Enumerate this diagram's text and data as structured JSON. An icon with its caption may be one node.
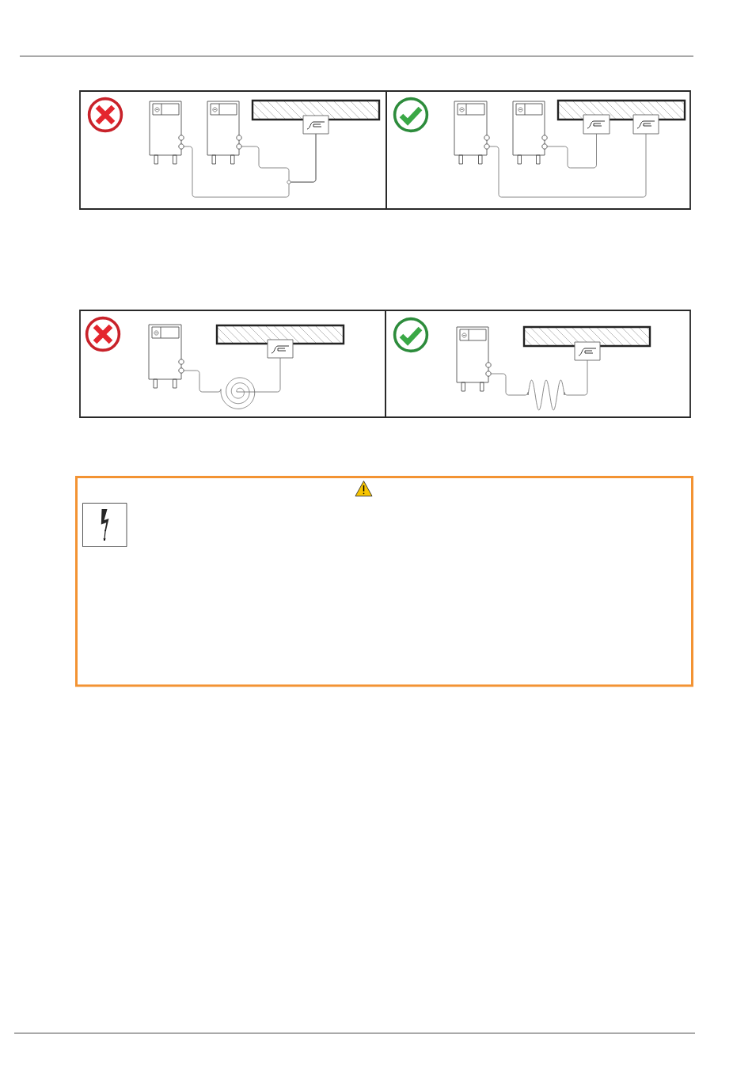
{
  "diagram": {
    "nodes": [
      {
        "text": [],
        "shape": "box"
      },
      {
        "text": [],
        "shape": "picture",
        "in": 0
      },
      {
        "text": [],
        "shape": "picture",
        "in": 0
      },
      {
        "text": [],
        "shape": "bar",
        "in": 0
      },
      {
        "text": [],
        "shape": "box",
        "in": 0
      },
      {
        "text": [],
        "shape": "box"
      },
      {
        "text": [],
        "shape": "picture",
        "in": 5
      },
      {
        "text": [],
        "shape": "picture",
        "in": 5
      },
      {
        "text": [],
        "shape": "bar",
        "in": 5
      },
      {
        "text": [],
        "shape": "box",
        "in": 5
      },
      {
        "text": [],
        "shape": "box",
        "in": 5
      },
      {
        "text": [],
        "shape": "box"
      },
      {
        "text": [],
        "shape": "picture",
        "in": 11
      },
      {
        "text": [],
        "shape": "bar",
        "in": 11
      },
      {
        "text": [],
        "shape": "box",
        "in": 11
      },
      {
        "text": [],
        "shape": "box"
      },
      {
        "text": [],
        "shape": "picture",
        "in": 15
      },
      {
        "text": [],
        "shape": "bar",
        "in": 15
      },
      {
        "text": [],
        "shape": "box",
        "in": 15
      }
    ],
    "edges": [
      {
        "from": 1,
        "to": 4,
        "arrow": "none"
      },
      {
        "from": 2,
        "to": 4,
        "arrow": "none"
      },
      {
        "from": 6,
        "to": 10,
        "arrow": "none"
      },
      {
        "from": 7,
        "to": 9,
        "arrow": "none"
      },
      {
        "from": 12,
        "to": 14,
        "arrow": "none"
      },
      {
        "from": 16,
        "to": 18,
        "arrow": "none"
      }
    ]
  }
}
